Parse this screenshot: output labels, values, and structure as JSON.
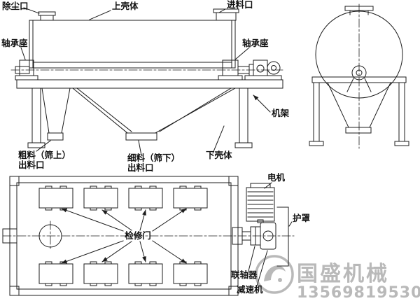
{
  "side_view": {
    "labels": {
      "dust_port": "除尘口",
      "upper_casing": "上壳体",
      "feed_inlet": "进料口",
      "bearing_left": "轴承座",
      "bearing_right": "轴承座",
      "frame": "机架",
      "coarse_line1": "粗料（筛上）",
      "coarse_line2": "出料口",
      "fine_line1": "细料（筛下）",
      "fine_line2": "出料口",
      "lower_casing": "下壳体"
    }
  },
  "plan_view": {
    "labels": {
      "motor": "电机",
      "guard": "护罩",
      "inspection_door": "检修门",
      "coupling": "联轴器",
      "reducer": "减速机"
    }
  },
  "watermark": {
    "brand": "国盛机械",
    "phone": "13569819530"
  },
  "colors": {
    "line": "#1c1c1c",
    "label": "#111111",
    "watermark": "#b9b9b9"
  }
}
